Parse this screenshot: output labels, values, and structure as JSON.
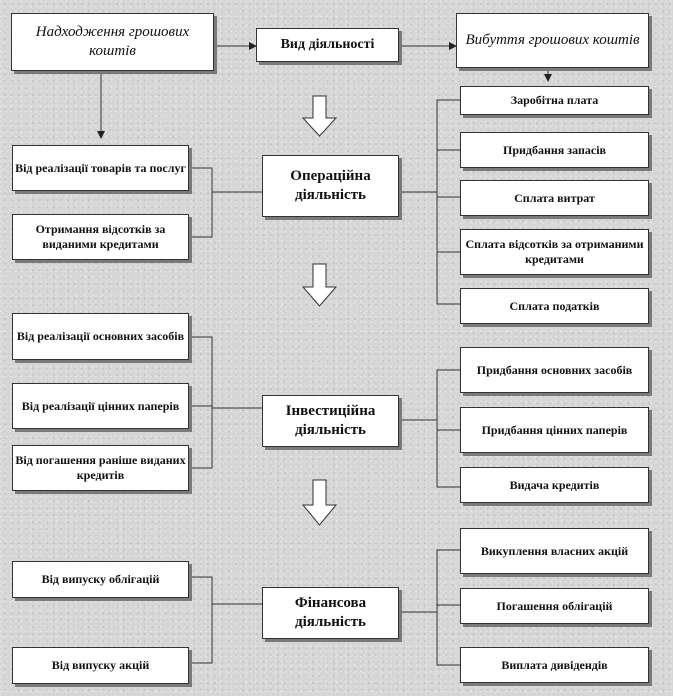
{
  "header": {
    "inflows": "Надходження грошових коштів",
    "activity_type": "Вид діяльності",
    "outflows": "Вибуття грошових коштів"
  },
  "operating": {
    "title": "Операційна діяльність",
    "inflows": [
      "Від реалізації товарів та послуг",
      "Отримання відсотків за виданими кредитами"
    ],
    "outflows": [
      "Заробітна плата",
      "Придбання запасів",
      "Сплата витрат",
      "Сплата відсотків за отриманими кредитами",
      "Сплата податків"
    ]
  },
  "investing": {
    "title": "Інвестиційна діяльність",
    "inflows": [
      "Від реалізації основних засобів",
      "Від реалізації цінних паперів",
      "Від погашення раніше виданих кредитів"
    ],
    "outflows": [
      "Придбання основних засобів",
      "Придбання цінних паперів",
      "Видача кредитів"
    ]
  },
  "financing": {
    "title": "Фінансова діяльність",
    "inflows": [
      "Від випуску облігацій",
      "Від випуску акцій"
    ],
    "outflows": [
      "Викуплення власних акцій",
      "Погашення облігацій",
      "Виплата дивідендів"
    ]
  }
}
